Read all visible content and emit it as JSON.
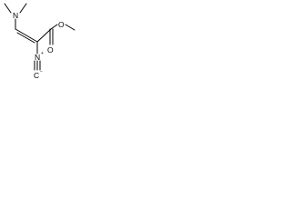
{
  "molecule": {
    "atoms": {
      "amine_nitrogen": "N",
      "ester_ether_oxygen": "O",
      "carbonyl_oxygen": "O",
      "isocyanide_nitrogen": "N",
      "isocyanide_carbon": "C"
    },
    "charges": {
      "isocyanide_nitrogen": "+",
      "isocyanide_carbon": "−"
    }
  }
}
